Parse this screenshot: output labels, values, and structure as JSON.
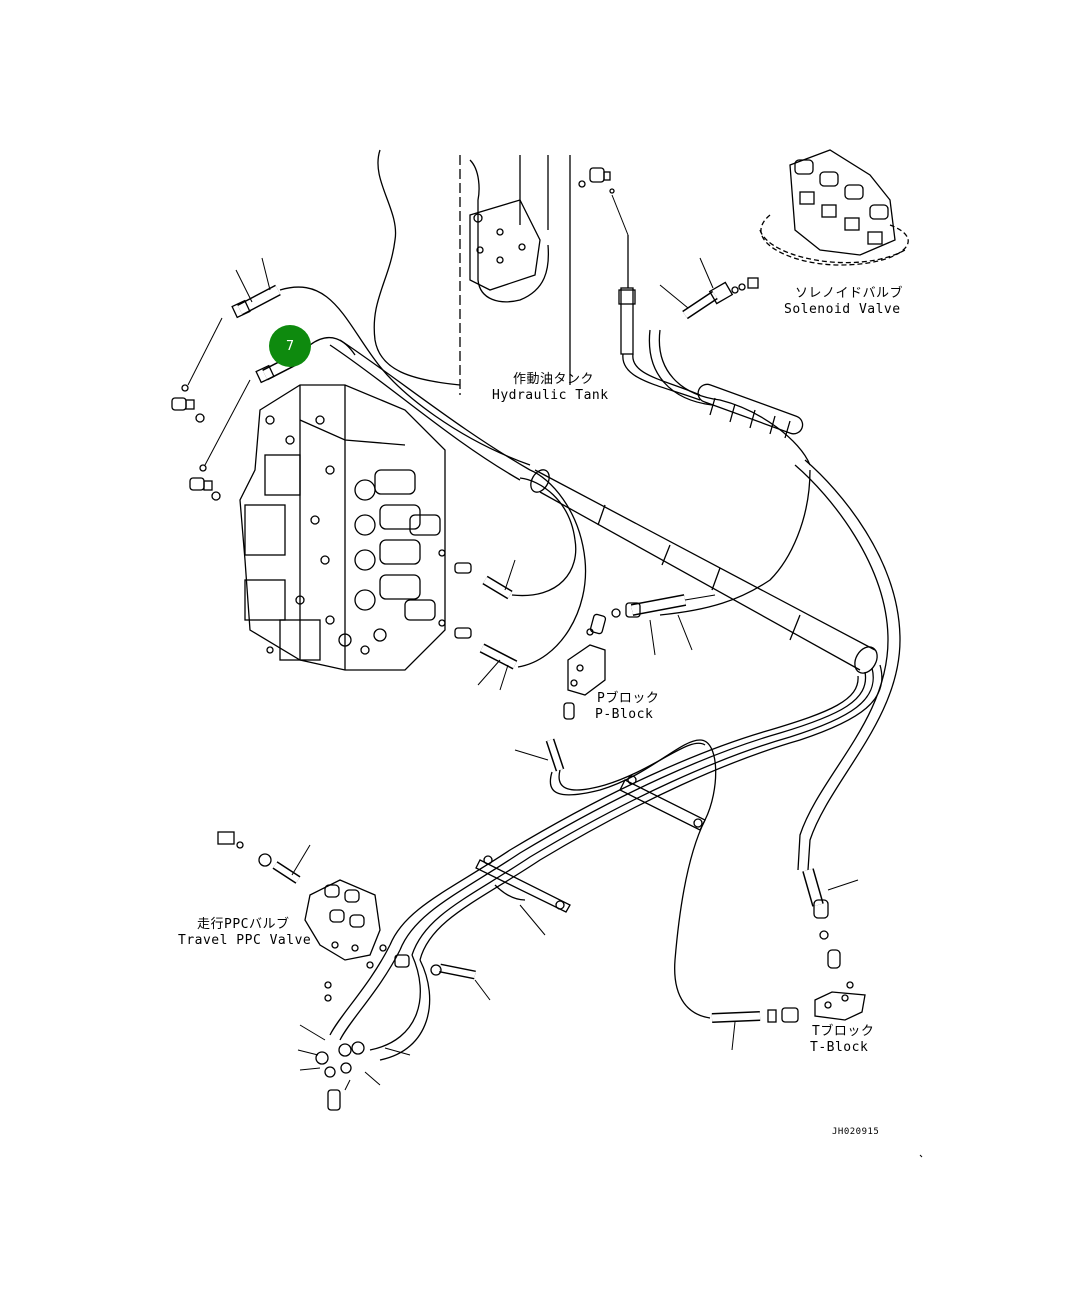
{
  "labels": {
    "hydraulic_tank_jp": "作動油タンク",
    "hydraulic_tank_en": "Hydraulic Tank",
    "solenoid_valve_jp": "ソレノイドバルブ",
    "solenoid_valve_en": "Solenoid Valve",
    "p_block_jp": "Pブロック",
    "p_block_en": "P-Block",
    "travel_ppc_jp": "走行PPCバルブ",
    "travel_ppc_en": "Travel PPC Valve",
    "t_block_jp": "Tブロック",
    "t_block_en": "T-Block"
  },
  "callout": {
    "number": "7",
    "color": "#0e8a0e"
  },
  "drawing_code": "JH020915",
  "icons": [
    "control-valve-icon",
    "hose-fitting-icon",
    "elbow-fitting-icon",
    "o-ring-icon",
    "clamp-icon"
  ]
}
